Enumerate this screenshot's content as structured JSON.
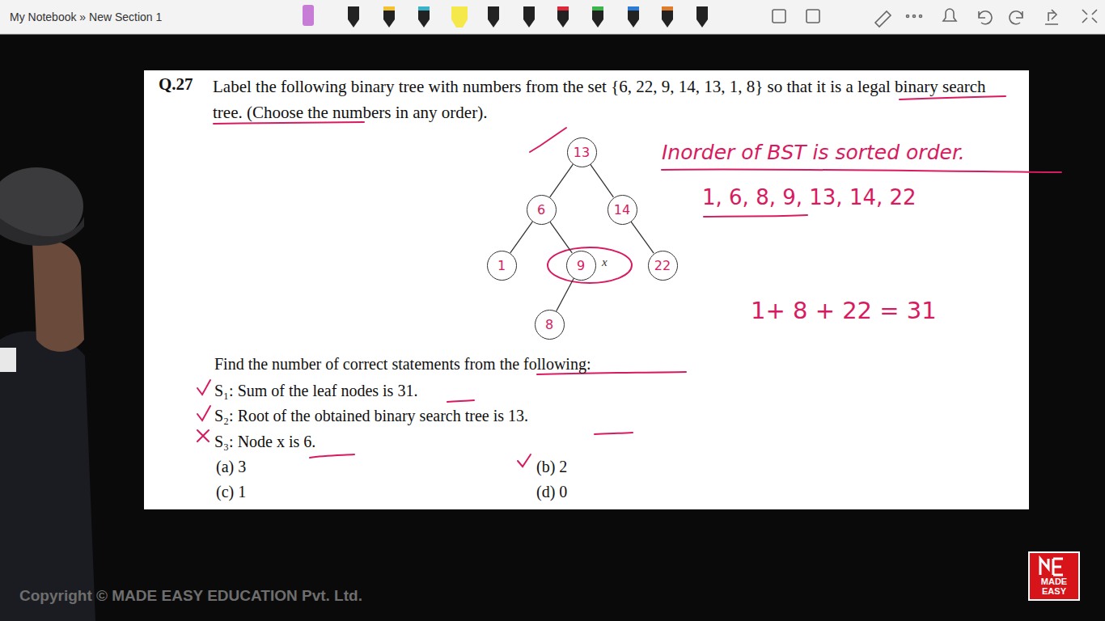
{
  "diagram": {
    "nodes": [
      {
        "text": [
          "13"
        ]
      },
      {
        "text": [
          "6"
        ]
      },
      {
        "text": [
          "14"
        ]
      },
      {
        "text": [
          "1"
        ]
      },
      {
        "text": [
          "9"
        ]
      },
      {
        "text": [
          "22"
        ]
      },
      {
        "text": [
          "8"
        ]
      }
    ],
    "edges": [
      {
        "from": 0,
        "to": 1,
        "arrow": "none"
      },
      {
        "from": 0,
        "to": 2,
        "arrow": "none"
      },
      {
        "from": 1,
        "to": 3,
        "arrow": "none"
      },
      {
        "from": 1,
        "to": 4,
        "arrow": "none"
      },
      {
        "from": 2,
        "to": 5,
        "arrow": "none"
      },
      {
        "from": 4,
        "to": 6,
        "arrow": "none"
      }
    ],
    "labels": [
      "My Notebook » New Section 1",
      "Q.27",
      "Label the following binary tree with numbers from the set {6, 22, 9, 14, 13, 1, 8} so that it is a legal binary search tree. (Choose the numbers in any order).",
      "x",
      "Find the number of correct statements from the following:",
      "S₁: Sum of the leaf nodes is 31.",
      "S₂: Root of the obtained binary search tree is 13.",
      "S₃: Node x is 6.",
      "(a) 3",
      "(b) 2",
      "(c) 1",
      "(d) 0",
      "Inorder of BST is sorted order.",
      "1, 6, 8, 9, 13, 14, 22",
      "1+ 8 + 22 = 31",
      "Copyright © MADE EASY EDUCATION Pvt. Ltd.",
      "MADE EASY"
    ]
  }
}
